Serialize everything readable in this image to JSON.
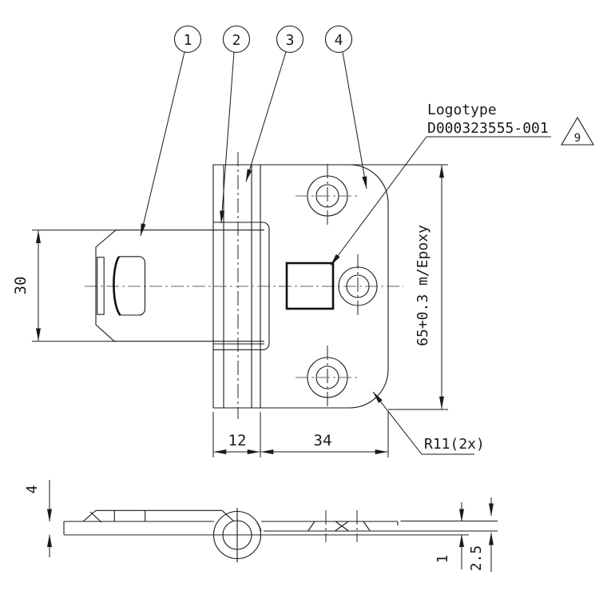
{
  "drawing": {
    "balloons": [
      {
        "label": "1"
      },
      {
        "label": "2"
      },
      {
        "label": "3"
      },
      {
        "label": "4"
      }
    ],
    "note": {
      "line1": "Logotype",
      "line2": "D000323555-001",
      "flag": "9"
    },
    "dimensions": {
      "tongue_height": "30",
      "plate_height": "65+0.3 m/Epoxy",
      "knuckle_width": "12",
      "plate_width": "34",
      "corner_radius": "R11(2x)",
      "side_height": "4",
      "sheet_thickness": "1",
      "assembly_thickness": "2.5"
    },
    "colors": {
      "line": "#1a1a1a",
      "centerline": "#777777",
      "background": "#ffffff"
    }
  }
}
